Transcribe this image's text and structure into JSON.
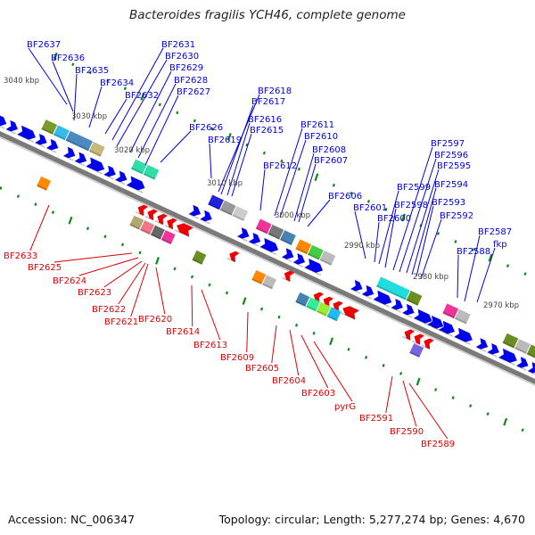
{
  "title": "Bacteroides fragilis YCH46, complete genome",
  "footer": {
    "accession": "Accession: NC_006347",
    "summary": "Topology: circular; Length: 5,277,274 bp; Genes: 4,670"
  },
  "colors": {
    "backbone": "#888888",
    "forward_gene": "#0000ee",
    "reverse_gene": "#ee0000",
    "forward_label": "#0000dd",
    "reverse_label": "#dd0000",
    "tick": "#118811"
  },
  "scale_labels": [
    {
      "text": "3040 kbp",
      "kbp": 3040
    },
    {
      "text": "3030 kbp",
      "kbp": 3030
    },
    {
      "text": "3020 kbp",
      "kbp": 3020
    },
    {
      "text": "3010 kbp",
      "kbp": 3010
    },
    {
      "text": "3000 kbp",
      "kbp": 3000
    },
    {
      "text": "2990 kbp",
      "kbp": 2990
    },
    {
      "text": "2980 kbp",
      "kbp": 2980
    },
    {
      "text": "2970 kbp",
      "kbp": 2970
    }
  ],
  "forward_labels": [
    "BF2637",
    "BF2636",
    "BF2635",
    "BF2634",
    "BF2632",
    "BF2631",
    "BF2630",
    "BF2629",
    "BF2628",
    "BF2627",
    "BF2626",
    "BF2619",
    "BF2618",
    "BF2617",
    "BF2616",
    "BF2615",
    "BF2612",
    "BF2611",
    "BF2610",
    "BF2608",
    "BF2607",
    "BF2606",
    "BF2601",
    "BF2600",
    "BF2599",
    "BF2598",
    "BF2597",
    "BF2596",
    "BF2595",
    "BF2594",
    "BF2593",
    "BF2592",
    "BF2588",
    "BF2587",
    "fkp"
  ],
  "reverse_labels": [
    "BF2633",
    "BF2625",
    "BF2624",
    "BF2623",
    "BF2622",
    "BF2621",
    "BF2620",
    "BF2614",
    "BF2613",
    "BF2609",
    "BF2605",
    "BF2604",
    "BF2603",
    "pyrG",
    "BF2591",
    "BF2590",
    "BF2589"
  ],
  "features_top": [
    {
      "colors": [
        "#7a9a2a",
        "#33bbee",
        "#4a8ac0",
        "#c8b878"
      ]
    },
    {
      "colors": [
        "#33ddaa",
        "#33ddaa"
      ]
    },
    {
      "colors": [
        "#2222dd",
        "#999999",
        "#cccccc"
      ]
    },
    {
      "colors": [
        "#ee3399",
        "#777777",
        "#4682b4"
      ]
    },
    {
      "colors": [
        "#ff8800",
        "#44cc44",
        "#bbbbbb"
      ]
    },
    {
      "colors": [
        "#22dddd",
        "#6b8e23"
      ]
    },
    {
      "colors": [
        "#ee3399",
        "#bbbbbb"
      ]
    },
    {
      "colors": [
        "#6b8e23",
        "#bbbbbb",
        "#6b8e23",
        "#22bbee",
        "#6b8e23",
        "#22dddd"
      ]
    }
  ],
  "features_bottom": [
    {
      "colors": [
        "#ff8800"
      ]
    },
    {
      "colors": [
        "#b0a870",
        "#ee7788",
        "#666666",
        "#ee3399"
      ]
    },
    {
      "colors": [
        "#6b8e23"
      ]
    },
    {
      "colors": [
        "#ff8800",
        "#bbbbbb"
      ]
    },
    {
      "colors": [
        "#4682b4",
        "#33ee99",
        "#99ee33",
        "#22bbee"
      ]
    },
    {
      "colors": [
        "#7766dd"
      ]
    }
  ]
}
